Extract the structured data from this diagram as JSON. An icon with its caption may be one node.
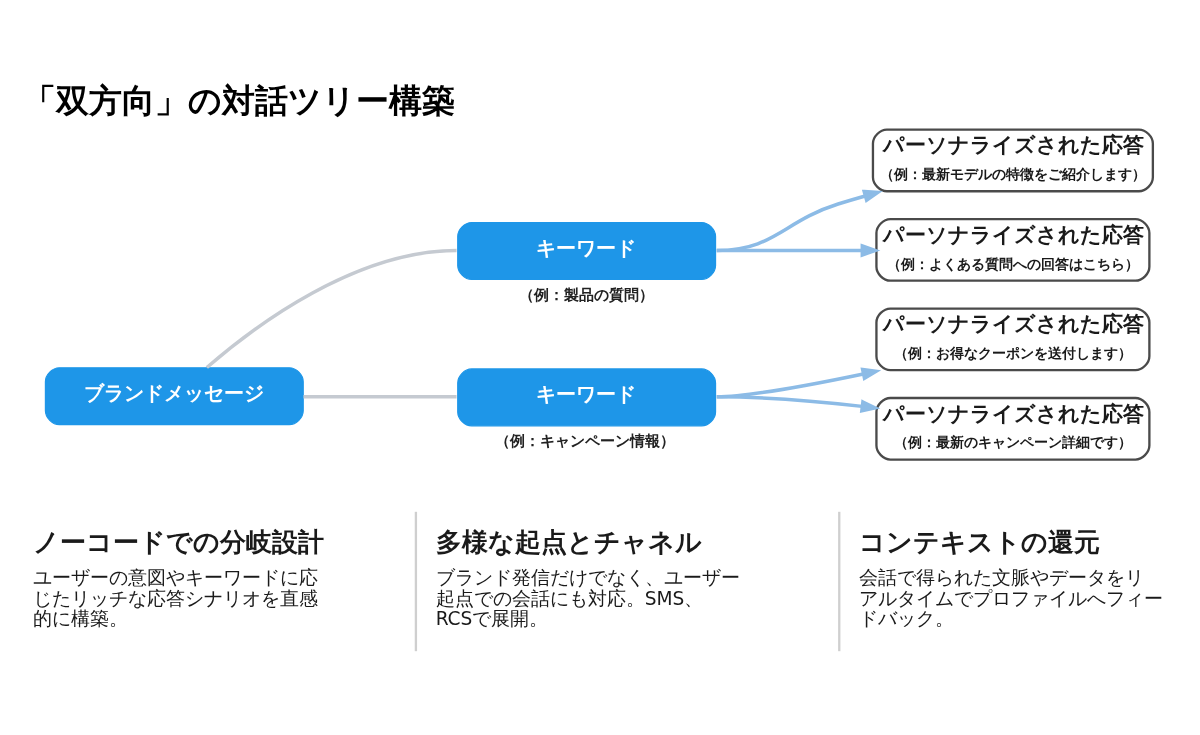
{
  "diagram": {
    "title": "「双方向」の対話ツリー構築",
    "nodes": [
      {
        "text": [
          "ブランドメッセージ"
        ]
      },
      {
        "text": [
          "キーワード"
        ],
        "beside": [
          "（例：製品の質問）"
        ]
      },
      {
        "text": [
          "キーワード"
        ],
        "beside": [
          "（例：キャンペーン情報）"
        ]
      },
      {
        "text": [
          "パーソナライズされた応答",
          "（例：最新モデルの特徴をご紹介します）"
        ]
      },
      {
        "text": [
          "パーソナライズされた応答",
          "（例：よくある質問への回答はこちら）"
        ]
      },
      {
        "text": [
          "パーソナライズされた応答",
          "（例：お得なクーポンを送付します）"
        ]
      },
      {
        "text": [
          "パーソナライズされた応答",
          "（例：最新のキャンペーン詳細です）"
        ]
      }
    ],
    "edges": [
      {
        "from": 0,
        "to": 1,
        "arrow": "none",
        "color": "#c5cad1"
      },
      {
        "from": 0,
        "to": 2,
        "arrow": "none",
        "color": "#c5cad1"
      },
      {
        "from": 1,
        "to": 3,
        "arrow": "to"
      },
      {
        "from": 1,
        "to": 4,
        "arrow": "to"
      },
      {
        "from": 2,
        "to": 5,
        "arrow": "to"
      },
      {
        "from": 2,
        "to": 6,
        "arrow": "to"
      }
    ],
    "labels": [
      "ノーコードでの分岐設計",
      "ユーザーの意図やキーワードに応じたリッチな応答シナリオを直感的に構築。",
      "多様な起点とチャネル",
      "ブランド発信だけでなく、ユーザー起点での会話にも対応。SMS、RCSで展開。",
      "コンテキストの還元",
      "会話で得られた文脈やデータをリアルタイムでプロファイルへフィードバック。"
    ]
  }
}
